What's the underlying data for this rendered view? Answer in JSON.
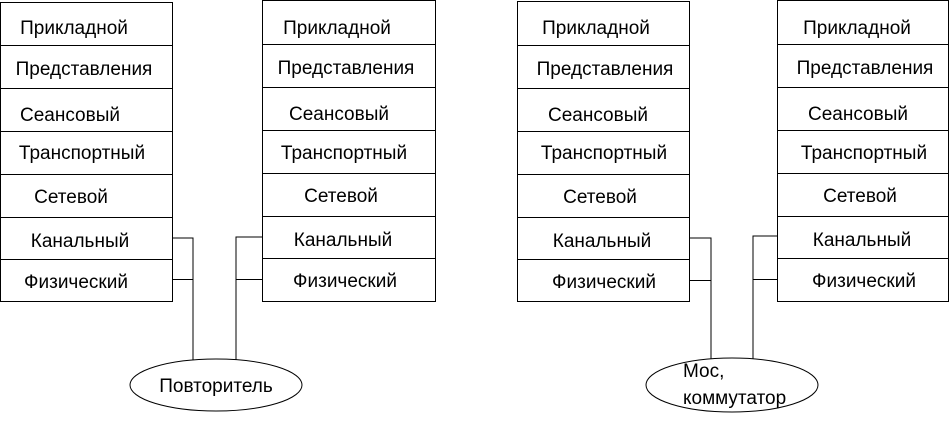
{
  "stacks": [
    {
      "layers": [
        "Прикладной",
        "Представления",
        "Сеансовый",
        "Транспортный",
        "Сетевой",
        "Канальный",
        "Физический"
      ]
    },
    {
      "layers": [
        "Прикладной",
        "Представления",
        "Сеансовый",
        "Транспортный",
        "Сетевой",
        "Канальный",
        "Физический"
      ]
    },
    {
      "layers": [
        "Прикладной",
        "Представления",
        "Сеансовый",
        "Транспортный",
        "Сетевой",
        "Канальный",
        "Физический"
      ]
    },
    {
      "layers": [
        "Прикладной",
        "Представления",
        "Сеансовый",
        "Транспортный",
        "Сетевой",
        "Канальный",
        "Физический"
      ]
    }
  ],
  "devices": [
    {
      "label_lines": [
        "Повторитель"
      ]
    },
    {
      "label_lines": [
        "Мос,",
        "коммутатор"
      ]
    }
  ]
}
